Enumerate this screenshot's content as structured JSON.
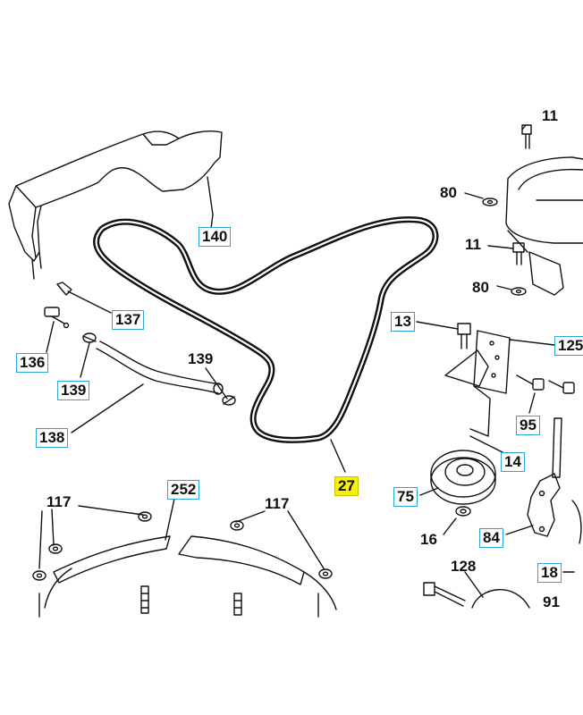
{
  "diagram": {
    "type": "exploded-parts-diagram",
    "colors": {
      "line": "#111111",
      "label_border": "#2aa7d6",
      "highlight": "#f7f200"
    },
    "labels": [
      {
        "id": "l11a",
        "text": "11",
        "boxed": false,
        "highlight": false
      },
      {
        "id": "l80a",
        "text": "80",
        "boxed": false,
        "highlight": false
      },
      {
        "id": "l140",
        "text": "140",
        "boxed": true,
        "highlight": false
      },
      {
        "id": "l11b",
        "text": "11",
        "boxed": false,
        "highlight": false
      },
      {
        "id": "l80b",
        "text": "80",
        "boxed": false,
        "highlight": false
      },
      {
        "id": "l137",
        "text": "137",
        "boxed": true,
        "highlight": false
      },
      {
        "id": "l13",
        "text": "13",
        "boxed": true,
        "highlight": false
      },
      {
        "id": "l125",
        "text": "125",
        "boxed": true,
        "highlight": false
      },
      {
        "id": "l136",
        "text": "136",
        "boxed": true,
        "highlight": false
      },
      {
        "id": "l139a",
        "text": "139",
        "boxed": false,
        "highlight": false
      },
      {
        "id": "l139b",
        "text": "139",
        "boxed": true,
        "highlight": false
      },
      {
        "id": "l95",
        "text": "95",
        "boxed": true,
        "highlight": false
      },
      {
        "id": "l138",
        "text": "138",
        "boxed": true,
        "highlight": false
      },
      {
        "id": "l14",
        "text": "14",
        "boxed": true,
        "highlight": false
      },
      {
        "id": "l27",
        "text": "27",
        "boxed": false,
        "highlight": true
      },
      {
        "id": "l252",
        "text": "252",
        "boxed": true,
        "highlight": false
      },
      {
        "id": "l75",
        "text": "75",
        "boxed": true,
        "highlight": false
      },
      {
        "id": "l117a",
        "text": "117",
        "boxed": false,
        "highlight": false
      },
      {
        "id": "l117b",
        "text": "117",
        "boxed": false,
        "highlight": false
      },
      {
        "id": "l16",
        "text": "16",
        "boxed": false,
        "highlight": false
      },
      {
        "id": "l84",
        "text": "84",
        "boxed": true,
        "highlight": false
      },
      {
        "id": "l128",
        "text": "128",
        "boxed": false,
        "highlight": false
      },
      {
        "id": "l18",
        "text": "18",
        "boxed": true,
        "highlight": false
      },
      {
        "id": "l91",
        "text": "91",
        "boxed": false,
        "highlight": false
      }
    ]
  }
}
